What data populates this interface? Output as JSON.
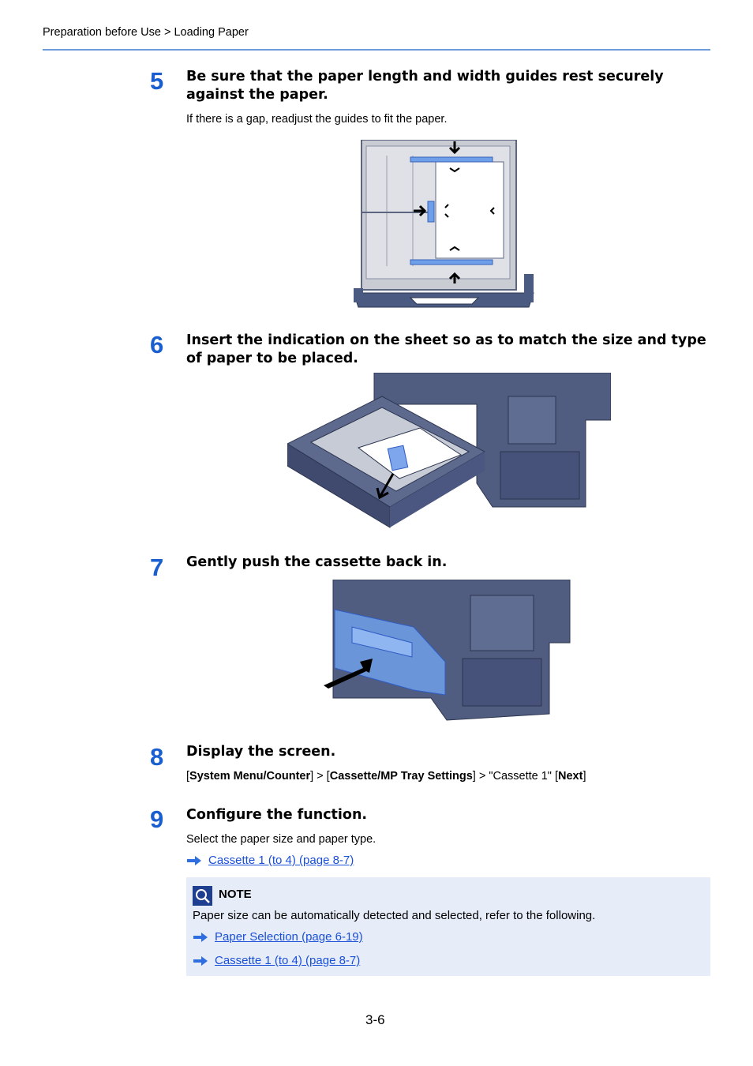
{
  "header": {
    "breadcrumb": "Preparation before Use > Loading Paper"
  },
  "colors": {
    "accent": "#1a5fd0",
    "rule": "#6d9ad8",
    "link": "#1a4fd8",
    "note_bg": "#e6edf9",
    "machine": "#4a5a80",
    "highlight": "#6f9fe8"
  },
  "steps": [
    {
      "number": "5",
      "title": "Be sure that the paper length and width guides rest securely against the paper.",
      "text": "If there is a gap, readjust the guides to fit the paper.",
      "figure": "cassette-guides-illustration"
    },
    {
      "number": "6",
      "title": "Insert the indication on the sheet so as to match the size and type of paper to be placed.",
      "figure": "size-indicator-sheet-illustration"
    },
    {
      "number": "7",
      "title": "Gently push the cassette back in.",
      "figure": "push-cassette-illustration"
    },
    {
      "number": "8",
      "title": "Display the screen.",
      "path": {
        "open1": "[",
        "menu1": "System Menu/Counter",
        "sep1": "] > [",
        "menu2": "Cassette/MP Tray Settings",
        "sep2": "] > \"Cassette 1\" [",
        "menu3": "Next",
        "close": "]"
      }
    },
    {
      "number": "9",
      "title": "Configure the function.",
      "text": "Select the paper size and paper type.",
      "link": {
        "icon": "arrow-right-icon",
        "label": "Cassette 1 (to 4) (page 8-7)"
      }
    }
  ],
  "note": {
    "icon": "note-icon",
    "title": "NOTE",
    "text": "Paper size can be automatically detected and selected, refer to the following.",
    "links": [
      {
        "icon": "arrow-right-icon",
        "label": "Paper Selection (page 6-19)"
      },
      {
        "icon": "arrow-right-icon",
        "label": "Cassette 1 (to 4) (page 8-7)"
      }
    ]
  },
  "footer": {
    "page_number": "3-6"
  }
}
